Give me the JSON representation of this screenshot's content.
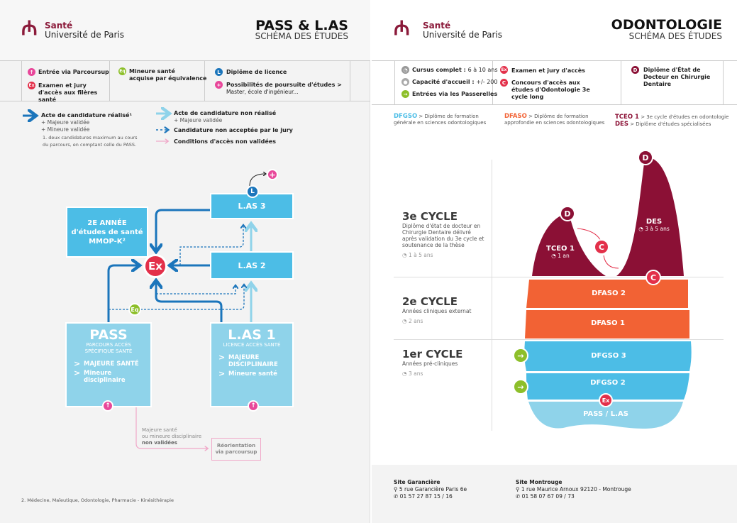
{
  "left": {
    "logo": {
      "line1": "Santé",
      "line2": "Université de Paris"
    },
    "title": "PASS & L.AS",
    "subtitle": "SCHÉMA DES ÉTUDES",
    "legend": {
      "parcoursup": "Entrée via Parcoursup",
      "ex": "Examen et jury d'accès aux filères santé",
      "eq_l1": "Mineure santé",
      "eq_l2": "acquise par équivalence",
      "l": "Diplôme de licence",
      "plus": "Possibilités de poursuite d'études >",
      "plus_sub": "Master, école d'ingénieur..."
    },
    "arrows": {
      "done": "Acte de candidature réalisé¹",
      "done_1": "+ Majeure validée",
      "done_2": "+ Mineure validée",
      "done_note": "1. deux candidatures maximum au cours du parcours, en comptant celle du PASS.",
      "notdone": "Acte de candidature non réalisé",
      "notdone_1": "+ Majeure validée",
      "rejected": "Candidature non acceptée par le jury",
      "invalid": "Conditions d'accès non validées"
    },
    "boxes": {
      "year2_l1": "2E ANNÉE",
      "year2_l2": "d'études de santé",
      "year2_l3": "MMOP-K²",
      "las3": "L.AS 3",
      "las2": "L.AS 2",
      "pass": "PASS",
      "pass_sub": "PARCOURS ACCÈS SPÉCIFIQUE SANTÉ",
      "pass_i1": "MAJEURE SANTÉ",
      "pass_i2": "Mineure disciplinaire",
      "las1": "L.AS 1",
      "las1_sub": "LICENCE ACCÈS SANTÉ",
      "las1_i1": "MAJEURE DISCIPLINAIRE",
      "las1_i2": "Mineure santé",
      "ex": "Ex",
      "eq": "Eq",
      "l": "L"
    },
    "reorient": {
      "note1": "Majeure santé",
      "note2": "ou mineure disciplinaire",
      "note3": "non validées",
      "box1": "Réorientation",
      "box2": "via parcoursup"
    },
    "footnote": "2. Médecine, Maïeutique, Odontologie, Pharmacie - Kinésithérapie"
  },
  "right": {
    "logo": {
      "line1": "Santé",
      "line2": "Université de Paris"
    },
    "title": "ODONTOLOGIE",
    "subtitle": "SCHÉMA DES ÉTUDES",
    "legend": {
      "cursus_k": "Cursus complet :",
      "cursus_v": "6 à 10 ans",
      "cap_k": "Capacité d'accueil :",
      "cap_v": "+/- 200",
      "passerelles": "Entrées via les Passerelles",
      "ex": "Examen et jury d'accès",
      "c": "Concours d'accès aux études d'Odontologie 3e cycle long",
      "d": "Diplôme d'État de Docteur en Chirurgie Dentaire"
    },
    "abbr": [
      {
        "k": "DFGSO",
        "v": "> Diplôme de formation générale en sciences odontologiques",
        "color": "#4cbde6"
      },
      {
        "k": "DFASO",
        "v": "> Diplôme de formation approfondie en sciences odontologiques",
        "color": "#f26234"
      },
      {
        "k": "TCEO 1",
        "v": "> 3e cycle d'études en odontologie",
        "color": "#8b1035"
      },
      {
        "k": "DES",
        "v": "> Diplôme d'études spécialisées",
        "color": "#8b1035"
      }
    ],
    "cycles": [
      {
        "title": "3e CYCLE",
        "desc": "Diplôme d'état de docteur en Chirurgie Dentaire délivré après validation du 3e cycle et soutenance de la thèse",
        "dur": "1 à 5 ans"
      },
      {
        "title": "2e CYCLE",
        "desc": "Années cliniques externat",
        "dur": "2 ans"
      },
      {
        "title": "1er CYCLE",
        "desc": "Années pré-cliniques",
        "dur": "3 ans"
      }
    ],
    "tooth": {
      "tceo": "TCEO 1",
      "tceo_dur": "1 an",
      "des": "DES",
      "des_dur": "3 à 5 ans",
      "dfaso2": "DFASO 2",
      "dfaso1": "DFASO 1",
      "dfgso3": "DFGSO 3",
      "dfgso2": "DFGSO 2",
      "pass": "PASS / L.AS",
      "d": "D",
      "c": "C",
      "ex": "Ex"
    },
    "sites": [
      {
        "name": "Site Garancière",
        "addr": "5 rue Garancière Paris 6e",
        "tel": "01 57 27 87 15 / 16"
      },
      {
        "name": "Site Montrouge",
        "addr": "1 rue Maurice Arnoux 92120 - Montrouge",
        "tel": "01 58 07 67 09 / 73"
      }
    ]
  },
  "colors": {
    "maroon": "#8b1035",
    "orange": "#f26234",
    "blue": "#4cbde6",
    "lightblue": "#8fd3ea",
    "darkblue": "#1b75bb",
    "red": "#e3304a",
    "green": "#8dbf2a",
    "pink": "#e8479a"
  }
}
